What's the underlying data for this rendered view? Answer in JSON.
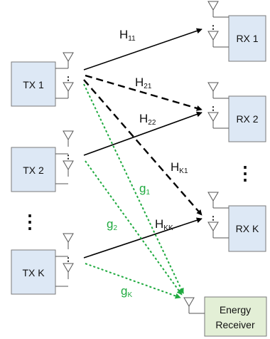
{
  "transmitters": [
    {
      "label": "TX 1"
    },
    {
      "label": "TX 2"
    },
    {
      "label": "TX K"
    }
  ],
  "receivers": [
    {
      "label": "RX 1"
    },
    {
      "label": "RX 2"
    },
    {
      "label": "RX K"
    }
  ],
  "energy_receiver": {
    "line1": "Energy",
    "line2": "Receiver"
  },
  "channels": {
    "h11": {
      "main": "H",
      "sub": "11"
    },
    "h21": {
      "main": "H",
      "sub": "21"
    },
    "h22": {
      "main": "H",
      "sub": "22"
    },
    "hk1": {
      "main": "H",
      "sub": "K1"
    },
    "hkk": {
      "main": "H",
      "sub": "KK"
    },
    "g1": {
      "main": "g",
      "sub": "1"
    },
    "g2": {
      "main": "g",
      "sub": "2"
    },
    "gk": {
      "main": "g",
      "sub": "K"
    }
  },
  "ellipsis": {
    "vertical": "⋮"
  },
  "colors": {
    "box_fill": "#dde8f5",
    "box_stroke": "#7a7a7a",
    "energy_fill": "#e3efd6",
    "green": "#1faa3f",
    "black": "#000000"
  }
}
